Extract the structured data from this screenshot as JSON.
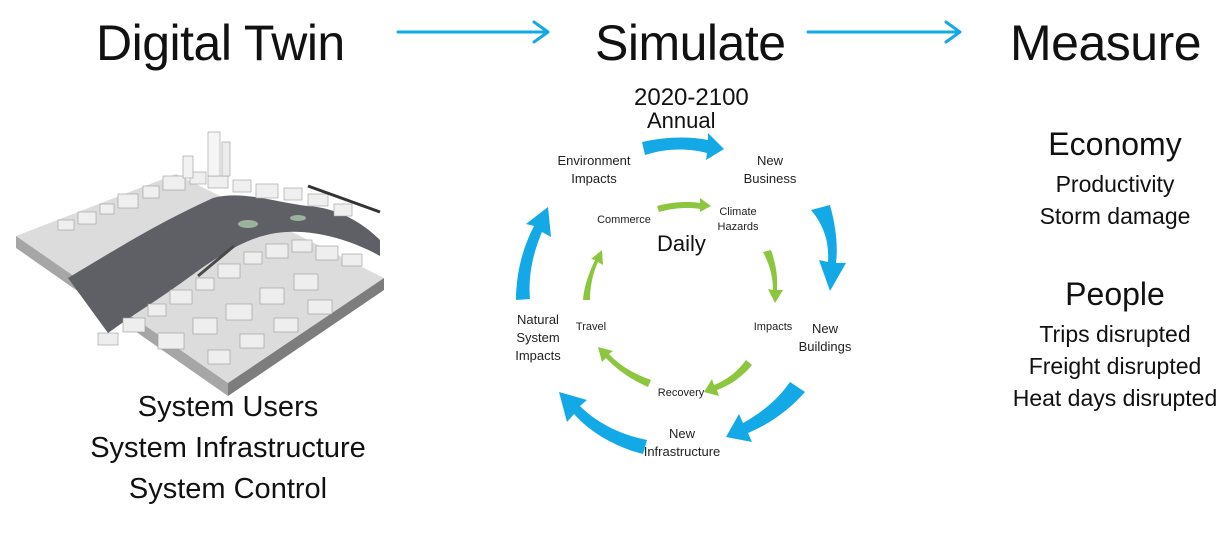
{
  "headings": {
    "digital_twin": "Digital Twin",
    "simulate": "Simulate",
    "measure": "Measure"
  },
  "digital_twin": {
    "system_items": [
      "System Users",
      "System Infrastructure",
      "System Control"
    ]
  },
  "simulate": {
    "years": "2020-2100",
    "annual": "Annual",
    "daily": "Daily",
    "annual_cycle": [
      {
        "line1": "New",
        "line2": "Business"
      },
      {
        "line1": "New",
        "line2": "Buildings"
      },
      {
        "line1": "New",
        "line2": "Infrastructure"
      },
      {
        "line1": "Natural",
        "line2": "System",
        "line3": "Impacts"
      },
      {
        "line1": "Environment",
        "line2": "Impacts"
      }
    ],
    "daily_cycle": [
      {
        "line1": "Climate",
        "line2": "Hazards"
      },
      {
        "line1": "Impacts"
      },
      {
        "line1": "Recovery"
      },
      {
        "line1": "Travel"
      },
      {
        "line1": "Commerce"
      }
    ]
  },
  "measure": {
    "economy": {
      "title": "Economy",
      "items": [
        "Productivity",
        "Storm damage"
      ]
    },
    "people": {
      "title": "People",
      "items": [
        "Trips disrupted",
        "Freight disrupted",
        "Heat days disrupted"
      ]
    }
  },
  "colors": {
    "annual_arrow": "#12a9e6",
    "daily_arrow": "#8cc63f",
    "header_arrow": "#12a9e6",
    "water": "#5e6066",
    "buildings": "#e6e6e6"
  }
}
